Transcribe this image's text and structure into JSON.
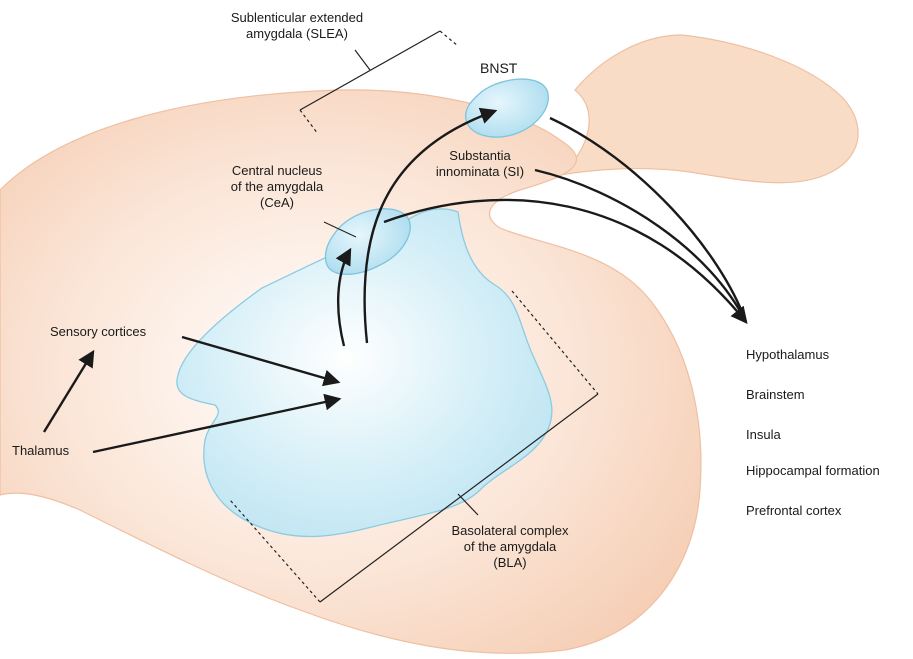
{
  "labels": {
    "slea": "Sublenticular extended\namygdala (SLEA)",
    "bnst": "BNST",
    "si": "Substantia\ninnominata (SI)",
    "cea": "Central nucleus\nof the amygdala\n(CeA)",
    "sensory": "Sensory cortices",
    "thalamus": "Thalamus",
    "bla": "Basolateral complex\nof the amygdala\n(BLA)"
  },
  "targets": [
    "Hypothalamus",
    "Brainstem",
    "Insula",
    "Hippocampal formation",
    "Prefrontal cortex"
  ],
  "colors": {
    "tissue_fill": "#f7d2b8",
    "tissue_outline": "#eab497",
    "nucleus_fill": "#bfe6f2",
    "nucleus_stroke": "#7ec4dc",
    "arrow": "#1a1a1a"
  }
}
